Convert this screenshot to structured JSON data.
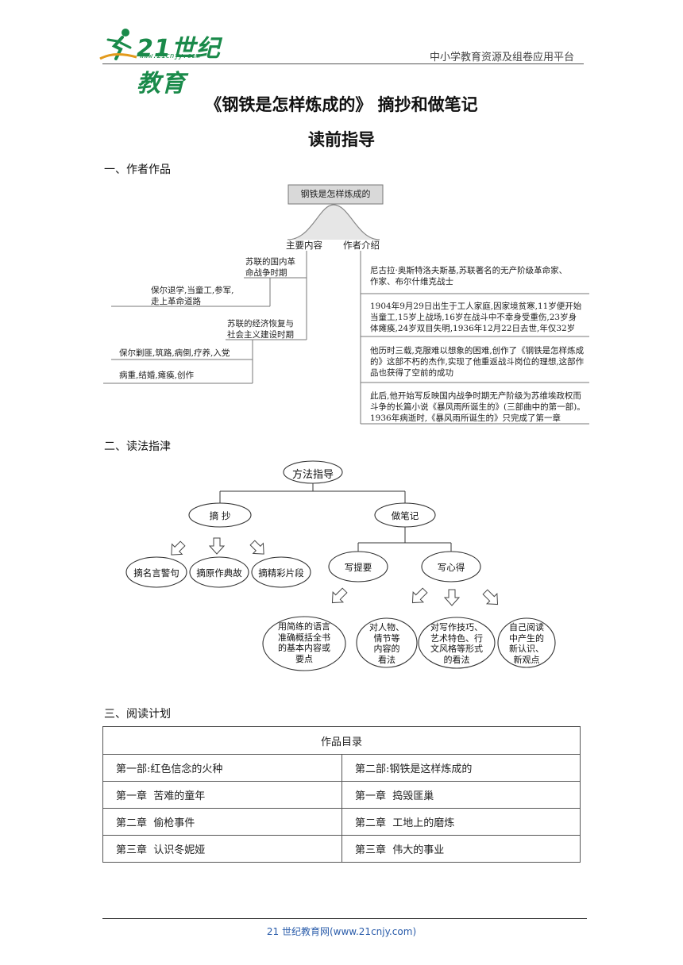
{
  "header": {
    "logo_main": "21世纪教育",
    "logo_url": "www.21cnjy.com",
    "platform": "中小学教育资源及组卷应用平台"
  },
  "title": {
    "main": "《钢铁是怎样炼成的》 摘抄和做笔记",
    "sub": "读前指导"
  },
  "sections": {
    "s1": "一、作者作品",
    "s2": "二、读法指津",
    "s3": "三、阅读计划"
  },
  "mindmap": {
    "book": "钢铁是怎样炼成的",
    "main_content": "主要内容",
    "author_intro": "作者介绍",
    "left": {
      "period1_line1": "苏联的国内革",
      "period1_line2": "命战争时期",
      "item1_line1": "保尔退学,当童工,参军,",
      "item1_line2": "走上革命道路",
      "period2_line1": "苏联的经济恢复与",
      "period2_line2": "社会主义建设时期",
      "item2": "保尔剿匪,筑路,病倒,疗养,入党",
      "item3": "病重,结婚,瘫痪,创作"
    },
    "right": [
      {
        "l1": "尼古拉·奥斯特洛夫斯基,苏联著名的无产阶级革命家、",
        "l2": "作家、布尔什维克战士",
        "l3": ""
      },
      {
        "l1": "1904年9月29日出生于工人家庭,因家境贫寒,11岁便开始",
        "l2": "当童工,15岁上战场,16岁在战斗中不幸身受重伤,23岁身",
        "l3": "体瘫痪,24岁双目失明,1936年12月22日去世,年仅32岁"
      },
      {
        "l1": "他历时三载,克服难以想象的困难,创作了《钢铁是怎样炼成",
        "l2": "的》这部不朽的杰作,实现了他重返战斗岗位的理想,这部作",
        "l3": "品也获得了空前的成功"
      },
      {
        "l1": "此后,他开始写反映国内战争时期无产阶级为苏维埃政权而",
        "l2": "斗争的长篇小说《暴风雨所诞生的》(三部曲中的第一部)。",
        "l3": "1936年病逝时,《暴风雨所诞生的》只完成了第一章"
      }
    ]
  },
  "method": {
    "root": "方法指导",
    "excerpt": "摘 抄",
    "notes": "做笔记",
    "excerpt_items": [
      "摘名言警句",
      "摘原作典故",
      "摘精彩片段"
    ],
    "summary": "写提要",
    "feelings": "写心得",
    "summary_detail": [
      "用简练的语言",
      "准确概括全书",
      "的基本内容或",
      "要点"
    ],
    "feeling_details": [
      [
        "对人物、",
        "情节等",
        "内容的",
        "看法"
      ],
      [
        "对写作技巧、",
        "艺术特色、行",
        "文风格等形式",
        "的看法"
      ],
      [
        "自己阅读",
        "中产生的",
        "新认识、",
        "新观点"
      ]
    ]
  },
  "plan_table": {
    "header": "作品目录",
    "rows": [
      [
        "第一部:红色信念的火种",
        "第二部:钢铁是这样炼成的"
      ],
      [
        "第一章  苦难的童年",
        "第一章  捣毁匪巢"
      ],
      [
        "第二章  偷枪事件",
        "第二章  工地上的磨炼"
      ],
      [
        "第三章  认识冬妮娅",
        "第三章  伟大的事业"
      ]
    ]
  },
  "footer": "21 世纪教育网(www.21cnjy.com)"
}
